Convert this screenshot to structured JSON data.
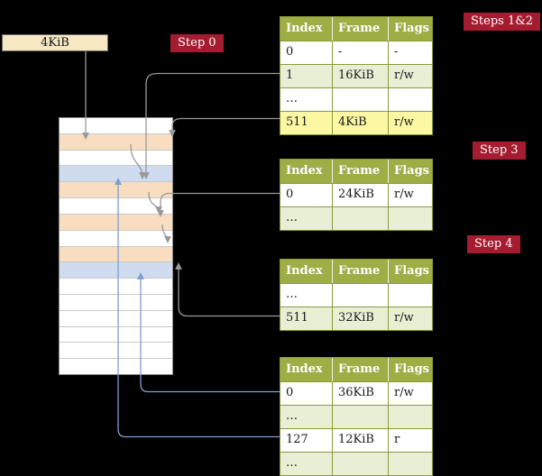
{
  "colors": {
    "badge_red": "#a51c30",
    "olive": "#9fad45",
    "olive_border": "#8b9a3b",
    "row_alt": "#e9efd5",
    "row_highlight": "#fbf7a3",
    "row_table": "#f9ddc0",
    "row_mapped": "#cfdcef",
    "cream": "#f6e8c3",
    "arrow_gray": "#999999",
    "arrow_blue": "#7e9fd0",
    "grid_line": "#c9c9c9"
  },
  "badges": {
    "step0": "Step 0",
    "steps12": "Steps 1&2",
    "step3": "Step 3",
    "step4": "Step 4"
  },
  "cr3": {
    "label": "4KiB"
  },
  "memory": {
    "rows": [
      {
        "variant": "plain"
      },
      {
        "variant": "table"
      },
      {
        "variant": "plain"
      },
      {
        "variant": "mapped"
      },
      {
        "variant": "table"
      },
      {
        "variant": "plain"
      },
      {
        "variant": "table"
      },
      {
        "variant": "plain"
      },
      {
        "variant": "table"
      },
      {
        "variant": "mapped"
      },
      {
        "variant": "plain"
      },
      {
        "variant": "plain"
      },
      {
        "variant": "plain"
      },
      {
        "variant": "plain"
      },
      {
        "variant": "plain"
      },
      {
        "variant": "plain"
      }
    ]
  },
  "tables": [
    {
      "name": "page-table-level-4",
      "headers": [
        "Index",
        "Frame",
        "Flags"
      ],
      "rows": [
        {
          "cells": [
            "0",
            "-",
            "-"
          ],
          "variant": "plain"
        },
        {
          "cells": [
            "1",
            "16KiB",
            "r/w"
          ],
          "variant": "alt"
        },
        {
          "cells": [
            "…",
            "",
            ""
          ],
          "variant": "plain"
        },
        {
          "cells": [
            "511",
            "4KiB",
            "r/w"
          ],
          "variant": "highlight"
        }
      ]
    },
    {
      "name": "page-table-level-3",
      "headers": [
        "Index",
        "Frame",
        "Flags"
      ],
      "rows": [
        {
          "cells": [
            "0",
            "24KiB",
            "r/w"
          ],
          "variant": "plain"
        },
        {
          "cells": [
            "…",
            "",
            ""
          ],
          "variant": "alt"
        }
      ]
    },
    {
      "name": "page-table-level-2",
      "headers": [
        "Index",
        "Frame",
        "Flags"
      ],
      "rows": [
        {
          "cells": [
            "…",
            "",
            ""
          ],
          "variant": "plain"
        },
        {
          "cells": [
            "511",
            "32KiB",
            "r/w"
          ],
          "variant": "alt"
        }
      ]
    },
    {
      "name": "page-table-level-1",
      "headers": [
        "Index",
        "Frame",
        "Flags"
      ],
      "rows": [
        {
          "cells": [
            "0",
            "36KiB",
            "r/w"
          ],
          "variant": "plain"
        },
        {
          "cells": [
            "…",
            "",
            ""
          ],
          "variant": "alt"
        },
        {
          "cells": [
            "127",
            "12KiB",
            "r"
          ],
          "variant": "plain"
        },
        {
          "cells": [
            "…",
            "",
            ""
          ],
          "variant": "alt"
        }
      ]
    }
  ]
}
